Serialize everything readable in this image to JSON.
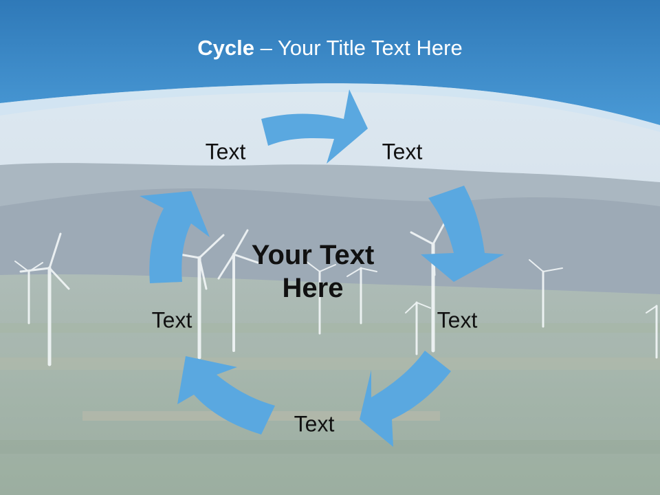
{
  "slide": {
    "title_bold": "Cycle",
    "title_rest": " – Your Title Text Here",
    "center_text_line1": "Your Text",
    "center_text_line2": "Here",
    "nodes": [
      {
        "label": "Text"
      },
      {
        "label": "Text"
      },
      {
        "label": "Text"
      },
      {
        "label": "Text"
      },
      {
        "label": "Text"
      }
    ]
  },
  "colors": {
    "header_blue": "#3f8fd0",
    "arrow_blue": "#5aa8e0",
    "sky": "#c9dcea",
    "field_green": "#8fa89b"
  }
}
